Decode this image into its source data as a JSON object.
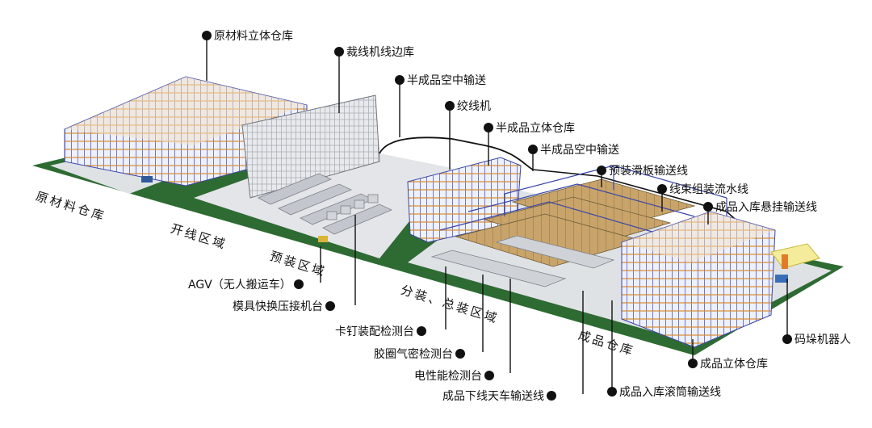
{
  "zones": {
    "raw_warehouse": "原材料仓库",
    "cutting_area": "开线区域",
    "preassembly_area": "预装区域",
    "final_assembly_area": "分装、总装区域",
    "finished_warehouse": "成品仓库"
  },
  "callouts": {
    "raw_ashr": "原材料立体仓库",
    "cutting_side": "裁线机线边库",
    "semi_conveyor_1": "半成品空中输送",
    "twisting": "绞线机",
    "semi_ashr": "半成品立体仓库",
    "semi_conveyor_2": "半成品空中输送",
    "preassembly_skid": "预装滑板输送线",
    "harness_line": "线束组装流水线",
    "finished_hanging": "成品入库悬挂输送线",
    "agv": "AGV（无人搬运车）",
    "mold_press": "模具快换压接机台",
    "clip_test": "卡钉装配检测台",
    "seal_test": "胶圈气密检测台",
    "electrical_test": "电性能检测台",
    "crane_conveyor": "成品下线天车输送线",
    "roller_conveyor": "成品入库滚筒输送线",
    "finished_ashr": "成品立体仓库",
    "palletizer": "码垛机器人"
  },
  "colors": {
    "floor_green": "#2e6b33",
    "floor_gray": "#dfe2e5",
    "rack_blue": "#3a46a8",
    "rack_orange": "#d98a2e",
    "conveyor_gray": "#9aa0a8",
    "belt_tan": "#c9a46a"
  }
}
